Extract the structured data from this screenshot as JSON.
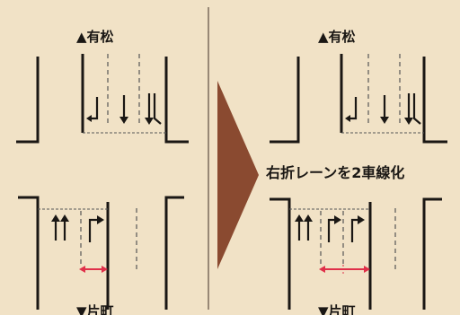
{
  "diagram": {
    "north_label": "▲有松",
    "south_label": "▼片町",
    "caption": "右折レーンを2車線化",
    "colors": {
      "paper": "#f1e2c6",
      "ink": "#1a1714",
      "dashed": "#555555",
      "arrow_red": "#e0304a",
      "triangle": "#8a4a30",
      "divider": "#7a6b5c"
    }
  },
  "panels": [
    {
      "id": "before",
      "south_lane_arrows": "↑↑ ↱"
    },
    {
      "id": "after",
      "south_lane_arrows": "↑↑ ↱↱"
    }
  ]
}
